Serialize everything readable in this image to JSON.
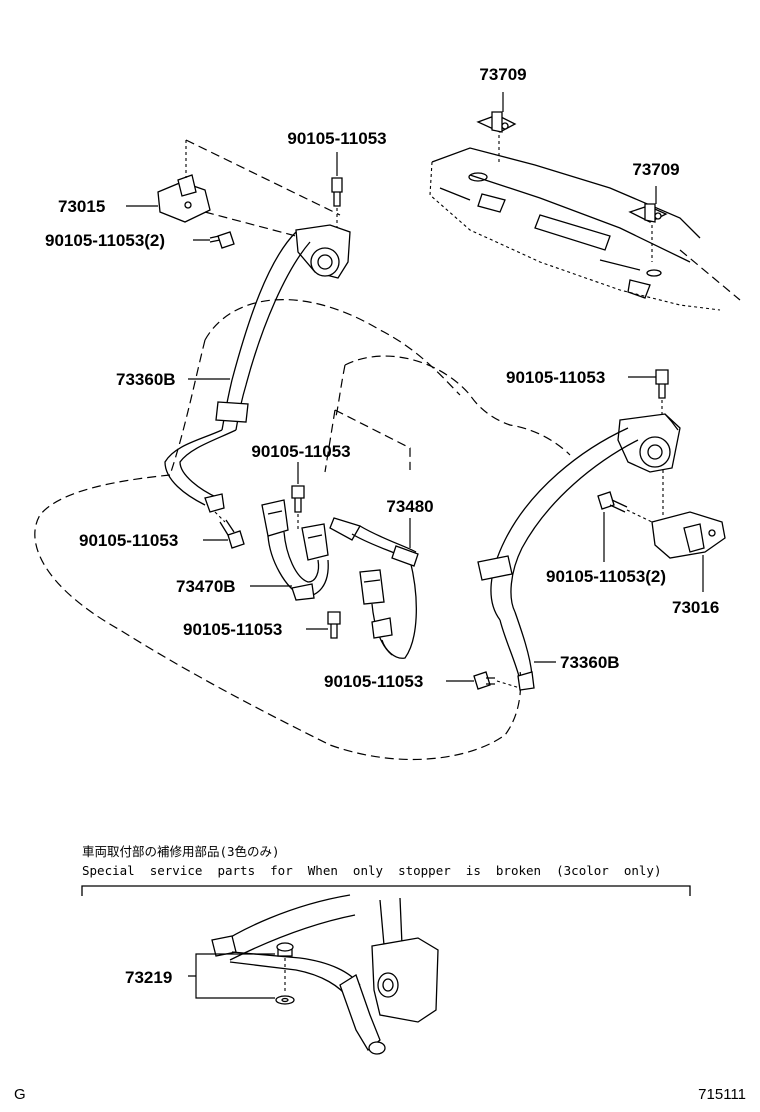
{
  "part_labels": {
    "p73709_top": "73709",
    "p73709_mid": "73709",
    "p90105_a": "90105-11053",
    "p73015": "73015",
    "p90105_b": "90105-11053(2)",
    "p73360B_left": "73360B",
    "p90105_c": "90105-11053",
    "p90105_d": "90105-11053",
    "p73480": "73480",
    "p90105_e": "90105-11053",
    "p73470B": "73470B",
    "p90105_f": "90105-11053",
    "p90105_g": "90105-11053",
    "p90105_h": "90105-11053(2)",
    "p73016": "73016",
    "p73360B_right": "73360B",
    "p73219": "73219"
  },
  "note": {
    "japanese": "車両取付部の補修用部品(3色のみ)",
    "english": "Special  service  parts  for  When  only  stopper  is  broken  (3color  only)"
  },
  "footer": {
    "left_code": "G",
    "diagram_number": "715111"
  }
}
